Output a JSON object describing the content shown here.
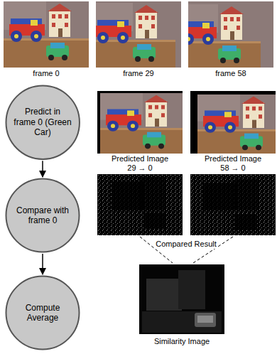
{
  "diagram": {
    "nodes": [
      {
        "text": [
          "Predict in frame 0 (Green Car)"
        ]
      },
      {
        "text": [
          "Compare with frame 0"
        ]
      },
      {
        "text": [
          "Compute Average"
        ]
      }
    ],
    "edges": [
      {
        "from": 0,
        "to": 1,
        "arrow": "to"
      },
      {
        "from": 1,
        "to": 2,
        "arrow": "to"
      }
    ],
    "labels": [
      "frame 0",
      "frame 29",
      "frame 58",
      "Predicted Image 29 → 0",
      "Predicted Image 58 → 0",
      "Compared Result",
      "Similarity Image"
    ]
  }
}
